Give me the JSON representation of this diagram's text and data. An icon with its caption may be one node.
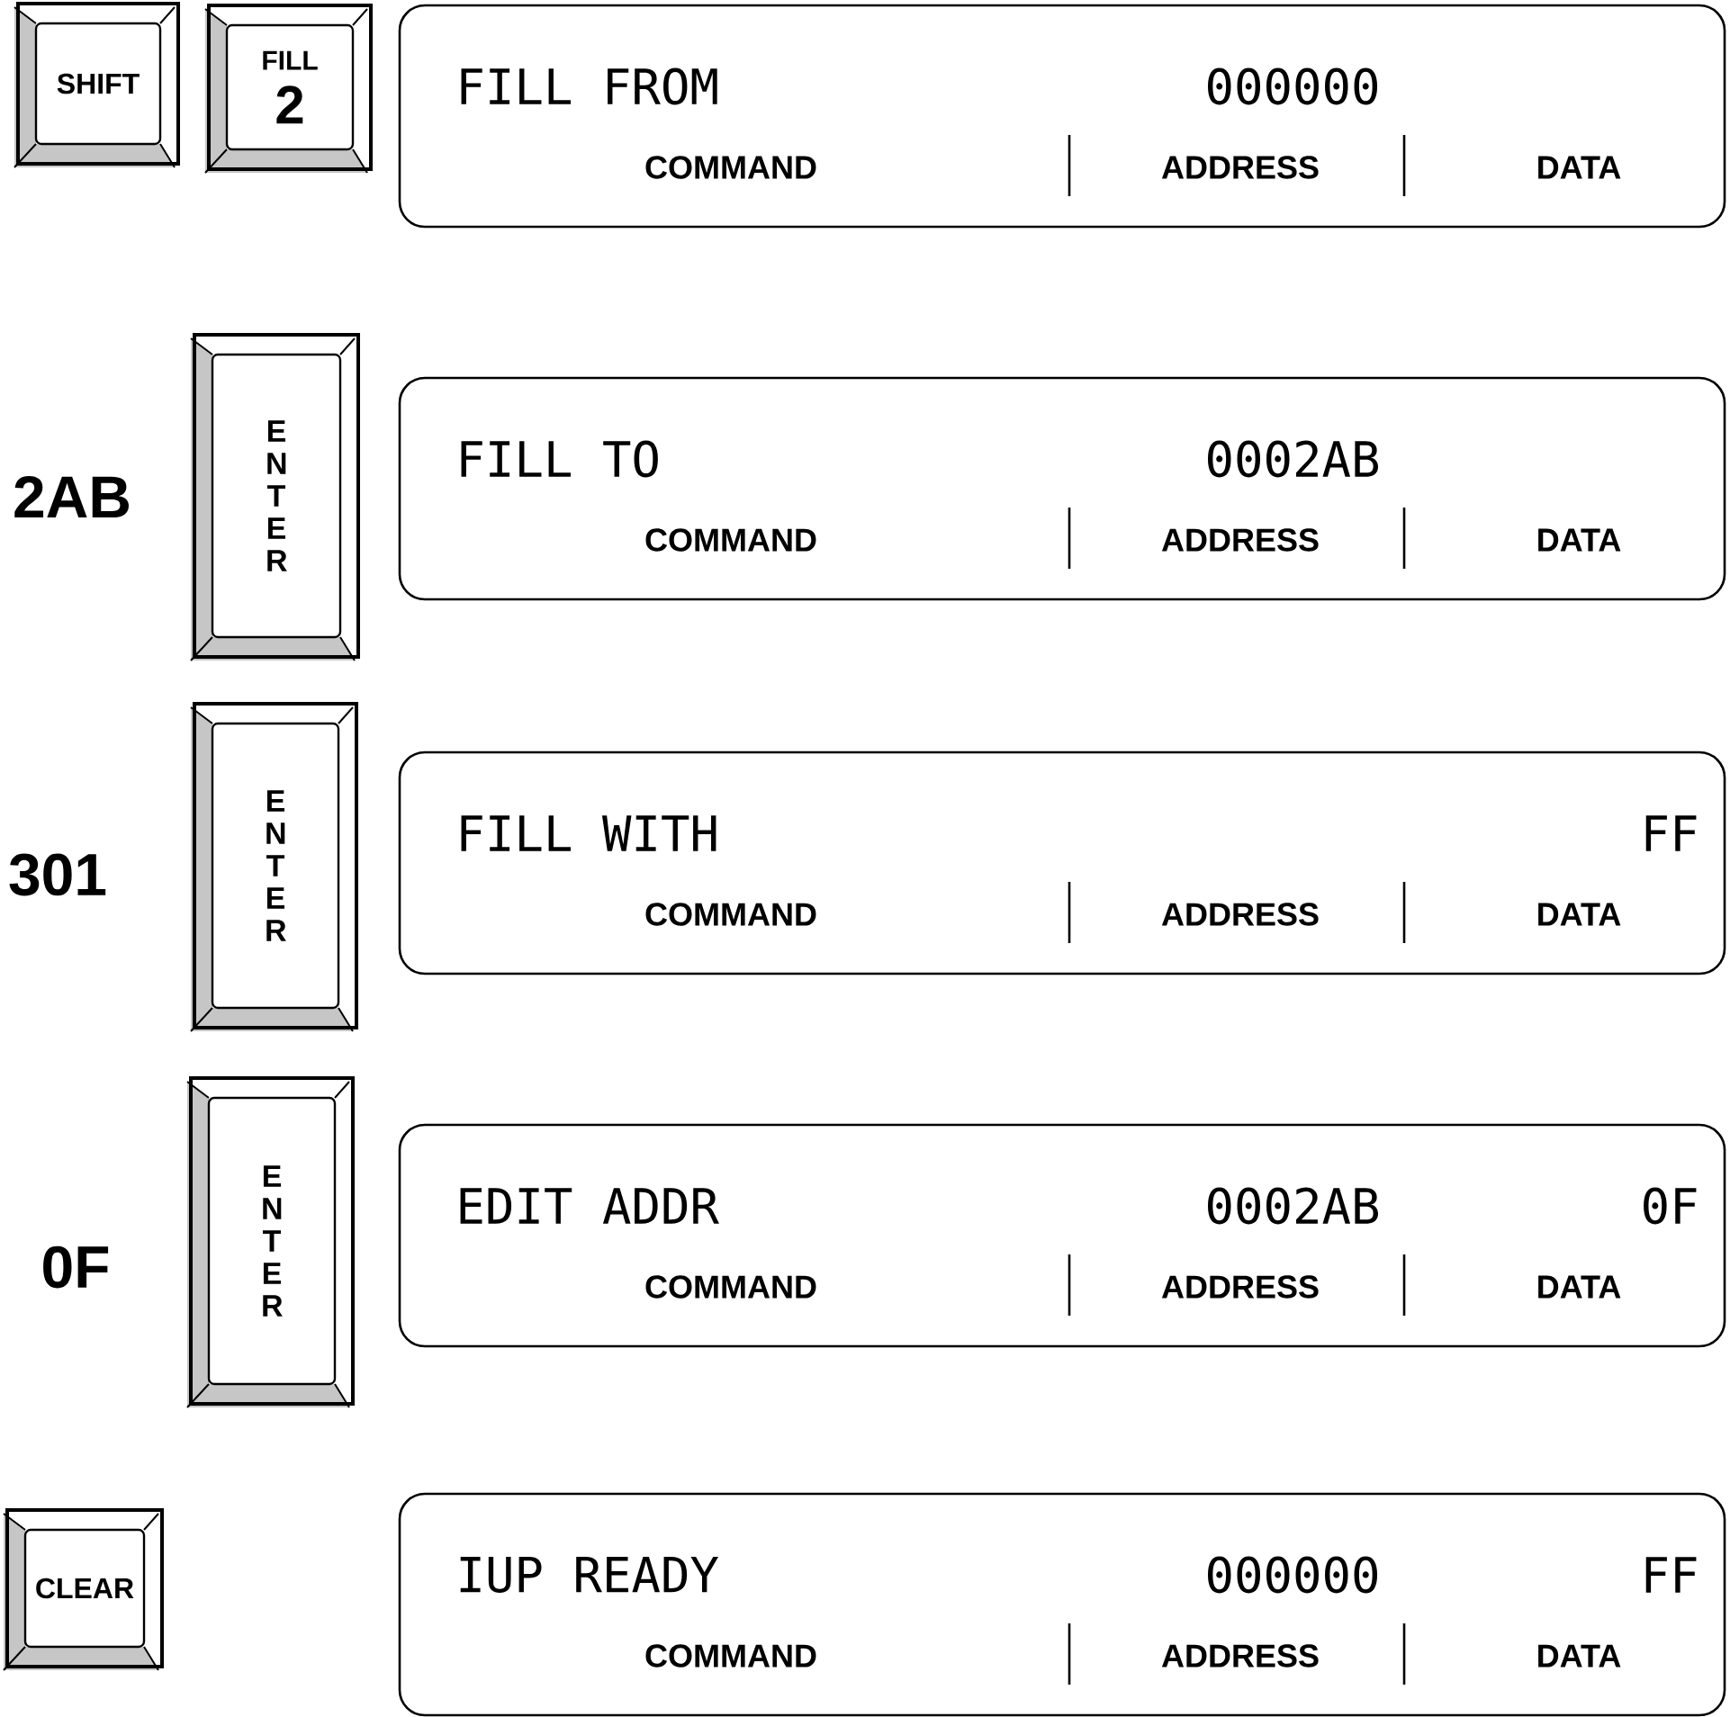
{
  "diagram": {
    "nodes": [
      {
        "text": [
          "SHIFT"
        ]
      },
      {
        "text": [
          "FILL",
          "2"
        ]
      },
      {
        "text": [
          "FILL FROM",
          "000000",
          "COMMAND",
          "ADDRESS",
          "DATA"
        ]
      },
      {
        "text": [
          "ENTER"
        ]
      },
      {
        "text": [
          "FILL TO",
          "0002AB",
          "COMMAND",
          "ADDRESS",
          "DATA"
        ]
      },
      {
        "text": [
          "ENTER"
        ]
      },
      {
        "text": [
          "FILL WITH",
          "FF",
          "COMMAND",
          "ADDRESS",
          "DATA"
        ]
      },
      {
        "text": [
          "ENTER"
        ]
      },
      {
        "text": [
          "EDIT ADDR",
          "0002AB",
          "0F",
          "COMMAND",
          "ADDRESS",
          "DATA"
        ]
      },
      {
        "text": [
          "CLEAR"
        ]
      },
      {
        "text": [
          "IUP READY",
          "000000",
          "FF",
          "COMMAND",
          "ADDRESS",
          "DATA"
        ]
      }
    ],
    "labels": [
      "2AB",
      "301",
      "0F"
    ]
  }
}
